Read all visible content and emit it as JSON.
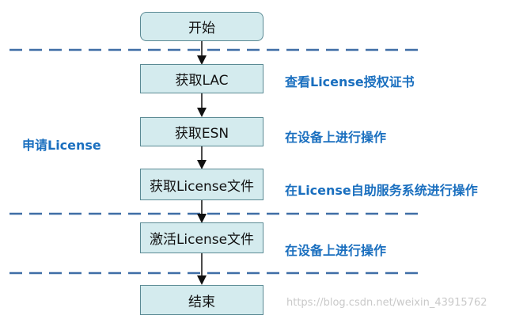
{
  "nodes": {
    "start": "开始",
    "get_lac": "获取LAC",
    "get_esn": "获取ESN",
    "get_license_file": "获取License文件",
    "activate_license_file": "激活License文件",
    "end": "结束"
  },
  "notes": {
    "lac": "查看License授权证书",
    "esn": "在设备上进行操作",
    "license_file": "在License自助服务系统进行操作",
    "activate": "在设备上进行操作"
  },
  "phase_label": "申请License",
  "watermark": "https://blog.csdn.net/weixin_43915762",
  "colors": {
    "node_fill": "#d4ebee",
    "node_border": "#5b8a94",
    "dash_line": "#3f6ea6",
    "note_text": "#1a6fbf"
  }
}
